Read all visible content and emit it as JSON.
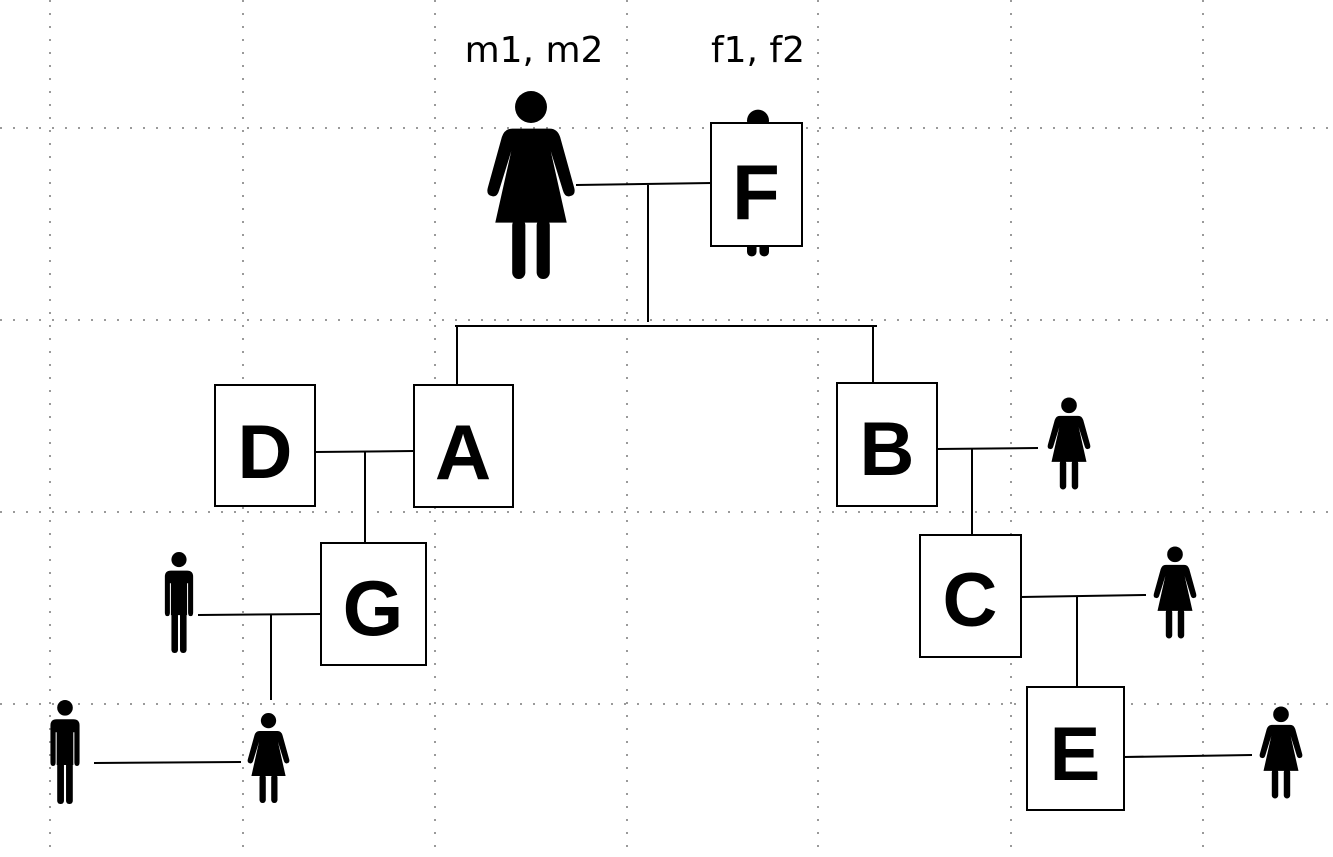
{
  "labels": {
    "top_left": "m1, m2",
    "top_right": "f1, f2"
  },
  "boxes": {
    "F": "F",
    "D": "D",
    "A": "A",
    "B": "B",
    "G": "G",
    "C": "C",
    "E": "E"
  }
}
